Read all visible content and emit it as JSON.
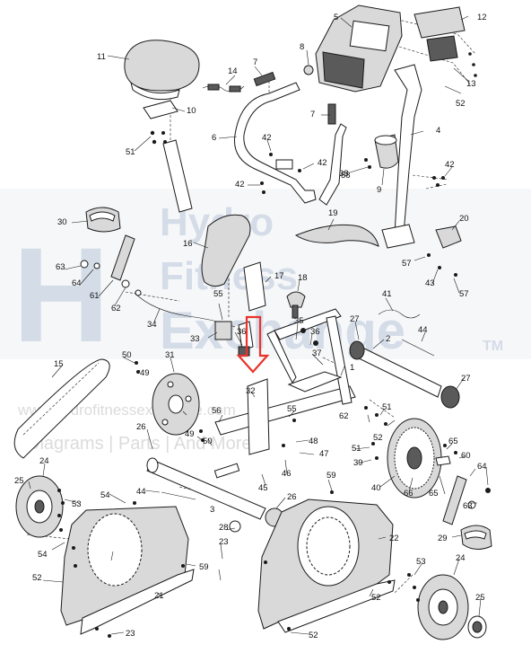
{
  "watermark": {
    "line1": "Hydro",
    "line2": "Fitness",
    "line3": "Exchange",
    "trademark": "TM",
    "url": "www.hydrofitnessexchange.com",
    "tagline": "Diagrams | Parts | And More"
  },
  "highlight_color": "#e8322b",
  "callouts": [
    {
      "id": "c1",
      "text": "1"
    },
    {
      "id": "c2",
      "text": "2"
    },
    {
      "id": "c3",
      "text": "3"
    },
    {
      "id": "c4",
      "text": "4"
    },
    {
      "id": "c5",
      "text": "5"
    },
    {
      "id": "c6",
      "text": "6"
    },
    {
      "id": "c7a",
      "text": "7"
    },
    {
      "id": "c7b",
      "text": "7"
    },
    {
      "id": "c8",
      "text": "8"
    },
    {
      "id": "c9",
      "text": "9"
    },
    {
      "id": "c10",
      "text": "10"
    },
    {
      "id": "c11",
      "text": "11"
    },
    {
      "id": "c12",
      "text": "12"
    },
    {
      "id": "c13",
      "text": "13"
    },
    {
      "id": "c14",
      "text": "14"
    },
    {
      "id": "c15",
      "text": "15"
    },
    {
      "id": "c16",
      "text": "16"
    },
    {
      "id": "c17",
      "text": "17"
    },
    {
      "id": "c18",
      "text": "18"
    },
    {
      "id": "c19",
      "text": "19"
    },
    {
      "id": "c20",
      "text": "20"
    },
    {
      "id": "c21",
      "text": "21"
    },
    {
      "id": "c22",
      "text": "22"
    },
    {
      "id": "c23a",
      "text": "23"
    },
    {
      "id": "c23b",
      "text": "23"
    },
    {
      "id": "c24a",
      "text": "24"
    },
    {
      "id": "c24b",
      "text": "24"
    },
    {
      "id": "c25a",
      "text": "25"
    },
    {
      "id": "c25b",
      "text": "25"
    },
    {
      "id": "c26a",
      "text": "26"
    },
    {
      "id": "c26b",
      "text": "26"
    },
    {
      "id": "c27a",
      "text": "27"
    },
    {
      "id": "c27b",
      "text": "27"
    },
    {
      "id": "c28",
      "text": "28"
    },
    {
      "id": "c29",
      "text": "29"
    },
    {
      "id": "c30",
      "text": "30"
    },
    {
      "id": "c31",
      "text": "31"
    },
    {
      "id": "c32",
      "text": "32"
    },
    {
      "id": "c33",
      "text": "33"
    },
    {
      "id": "c34",
      "text": "34"
    },
    {
      "id": "c35",
      "text": "35"
    },
    {
      "id": "c36a",
      "text": "36"
    },
    {
      "id": "c36b",
      "text": "36"
    },
    {
      "id": "c37",
      "text": "37"
    },
    {
      "id": "c38",
      "text": "38"
    },
    {
      "id": "c39",
      "text": "39"
    },
    {
      "id": "c40",
      "text": "40"
    },
    {
      "id": "c41",
      "text": "41"
    },
    {
      "id": "c42a",
      "text": "42"
    },
    {
      "id": "c42b",
      "text": "42"
    },
    {
      "id": "c42c",
      "text": "42"
    },
    {
      "id": "c42d",
      "text": "42"
    },
    {
      "id": "c43",
      "text": "43"
    },
    {
      "id": "c44a",
      "text": "44"
    },
    {
      "id": "c44b",
      "text": "44"
    },
    {
      "id": "c45",
      "text": "45"
    },
    {
      "id": "c46",
      "text": "46"
    },
    {
      "id": "c47",
      "text": "47"
    },
    {
      "id": "c48",
      "text": "48"
    },
    {
      "id": "c49a",
      "text": "49"
    },
    {
      "id": "c49b",
      "text": "49"
    },
    {
      "id": "c50a",
      "text": "50"
    },
    {
      "id": "c50b",
      "text": "50"
    },
    {
      "id": "c51a",
      "text": "51"
    },
    {
      "id": "c51b",
      "text": "51"
    },
    {
      "id": "c51c",
      "text": "51"
    },
    {
      "id": "c52a",
      "text": "52"
    },
    {
      "id": "c52b",
      "text": "52"
    },
    {
      "id": "c52c",
      "text": "52"
    },
    {
      "id": "c52d",
      "text": "52"
    },
    {
      "id": "c52e",
      "text": "52"
    },
    {
      "id": "c53a",
      "text": "53"
    },
    {
      "id": "c53b",
      "text": "53"
    },
    {
      "id": "c54a",
      "text": "54"
    },
    {
      "id": "c54b",
      "text": "54"
    },
    {
      "id": "c55a",
      "text": "55"
    },
    {
      "id": "c55b",
      "text": "55"
    },
    {
      "id": "c56",
      "text": "56"
    },
    {
      "id": "c57a",
      "text": "57"
    },
    {
      "id": "c57b",
      "text": "57"
    },
    {
      "id": "c58",
      "text": "58"
    },
    {
      "id": "c59a",
      "text": "59"
    },
    {
      "id": "c59b",
      "text": "59"
    },
    {
      "id": "c60",
      "text": "60"
    },
    {
      "id": "c61",
      "text": "61"
    },
    {
      "id": "c62a",
      "text": "62"
    },
    {
      "id": "c62b",
      "text": "62"
    },
    {
      "id": "c63a",
      "text": "63"
    },
    {
      "id": "c63b",
      "text": "63"
    },
    {
      "id": "c64a",
      "text": "64"
    },
    {
      "id": "c64b",
      "text": "64"
    },
    {
      "id": "c65a",
      "text": "65"
    },
    {
      "id": "c65b",
      "text": "65"
    },
    {
      "id": "c66",
      "text": "66"
    }
  ]
}
